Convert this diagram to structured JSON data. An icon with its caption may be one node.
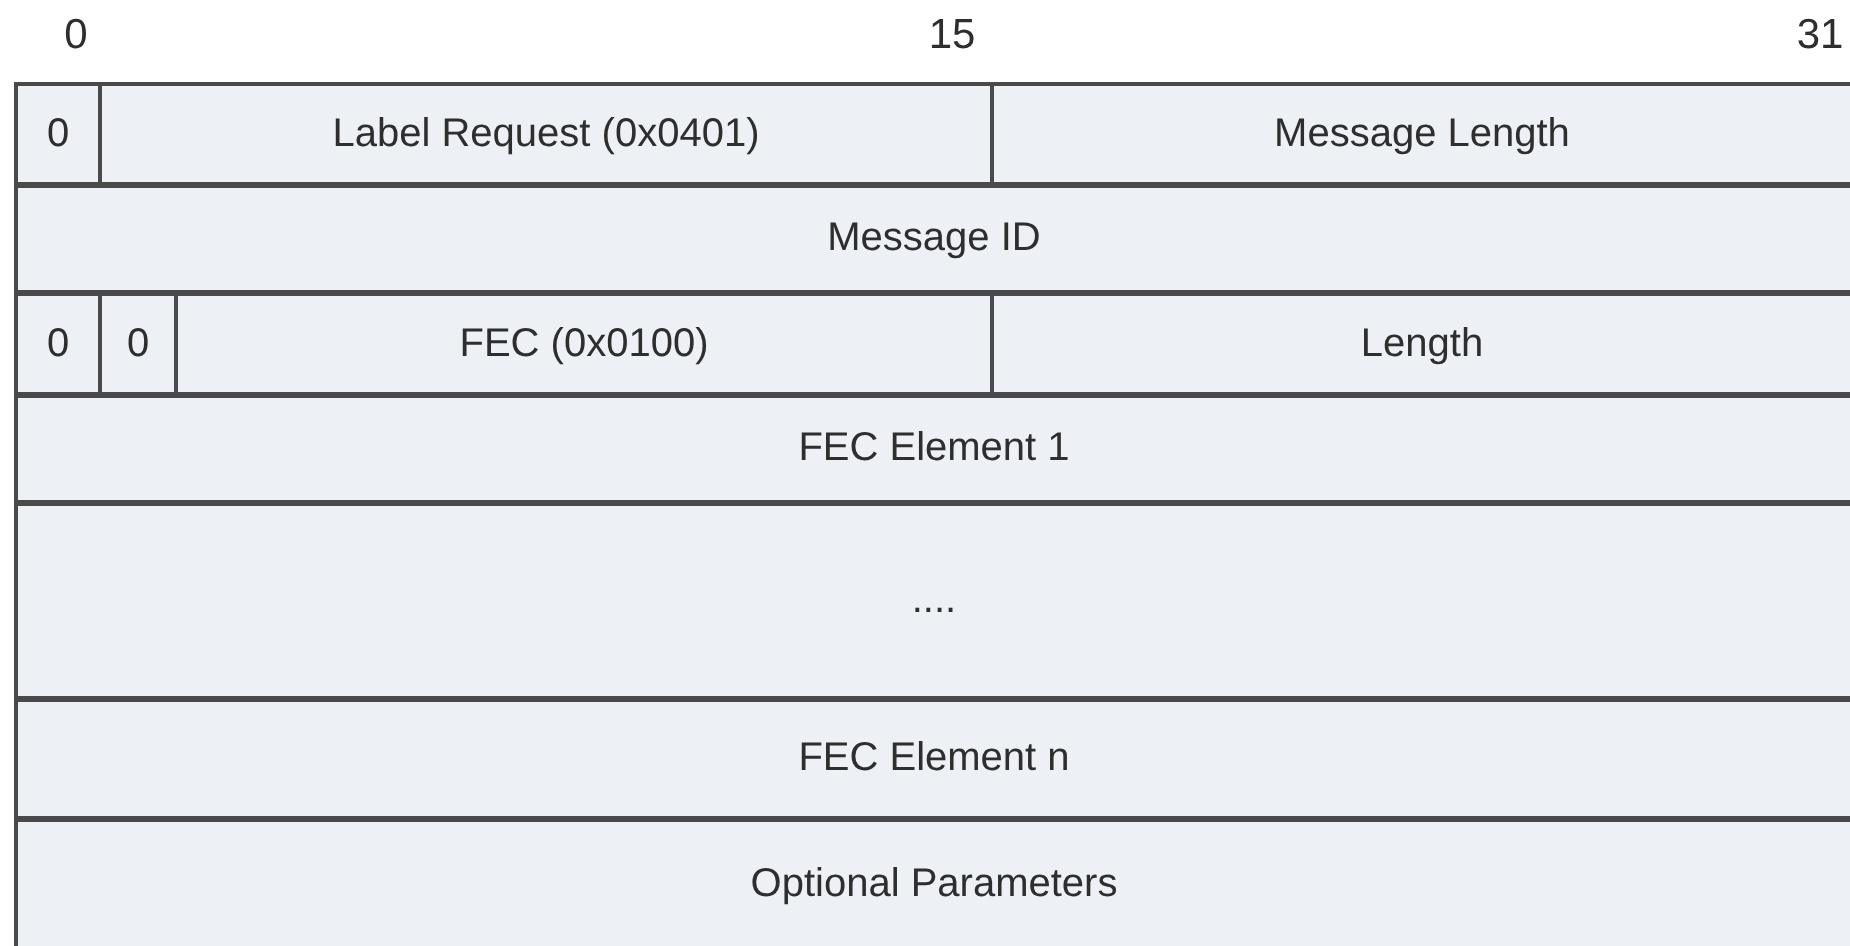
{
  "diagram": {
    "nodes": [
      {
        "text": [
          "0"
        ]
      },
      {
        "text": [
          "Label Request (0x0401)"
        ]
      },
      {
        "text": [
          "Message Length"
        ]
      },
      {
        "text": [
          "Message ID"
        ]
      },
      {
        "text": [
          "0"
        ]
      },
      {
        "text": [
          "0"
        ]
      },
      {
        "text": [
          "FEC (0x0100)"
        ]
      },
      {
        "text": [
          "Length"
        ]
      },
      {
        "text": [
          "FEC Element 1"
        ]
      },
      {
        "text": [
          "...."
        ]
      },
      {
        "text": [
          "FEC Element n"
        ]
      },
      {
        "text": [
          "Optional Parameters"
        ]
      }
    ],
    "labels": [
      "0",
      "15",
      "31"
    ]
  }
}
